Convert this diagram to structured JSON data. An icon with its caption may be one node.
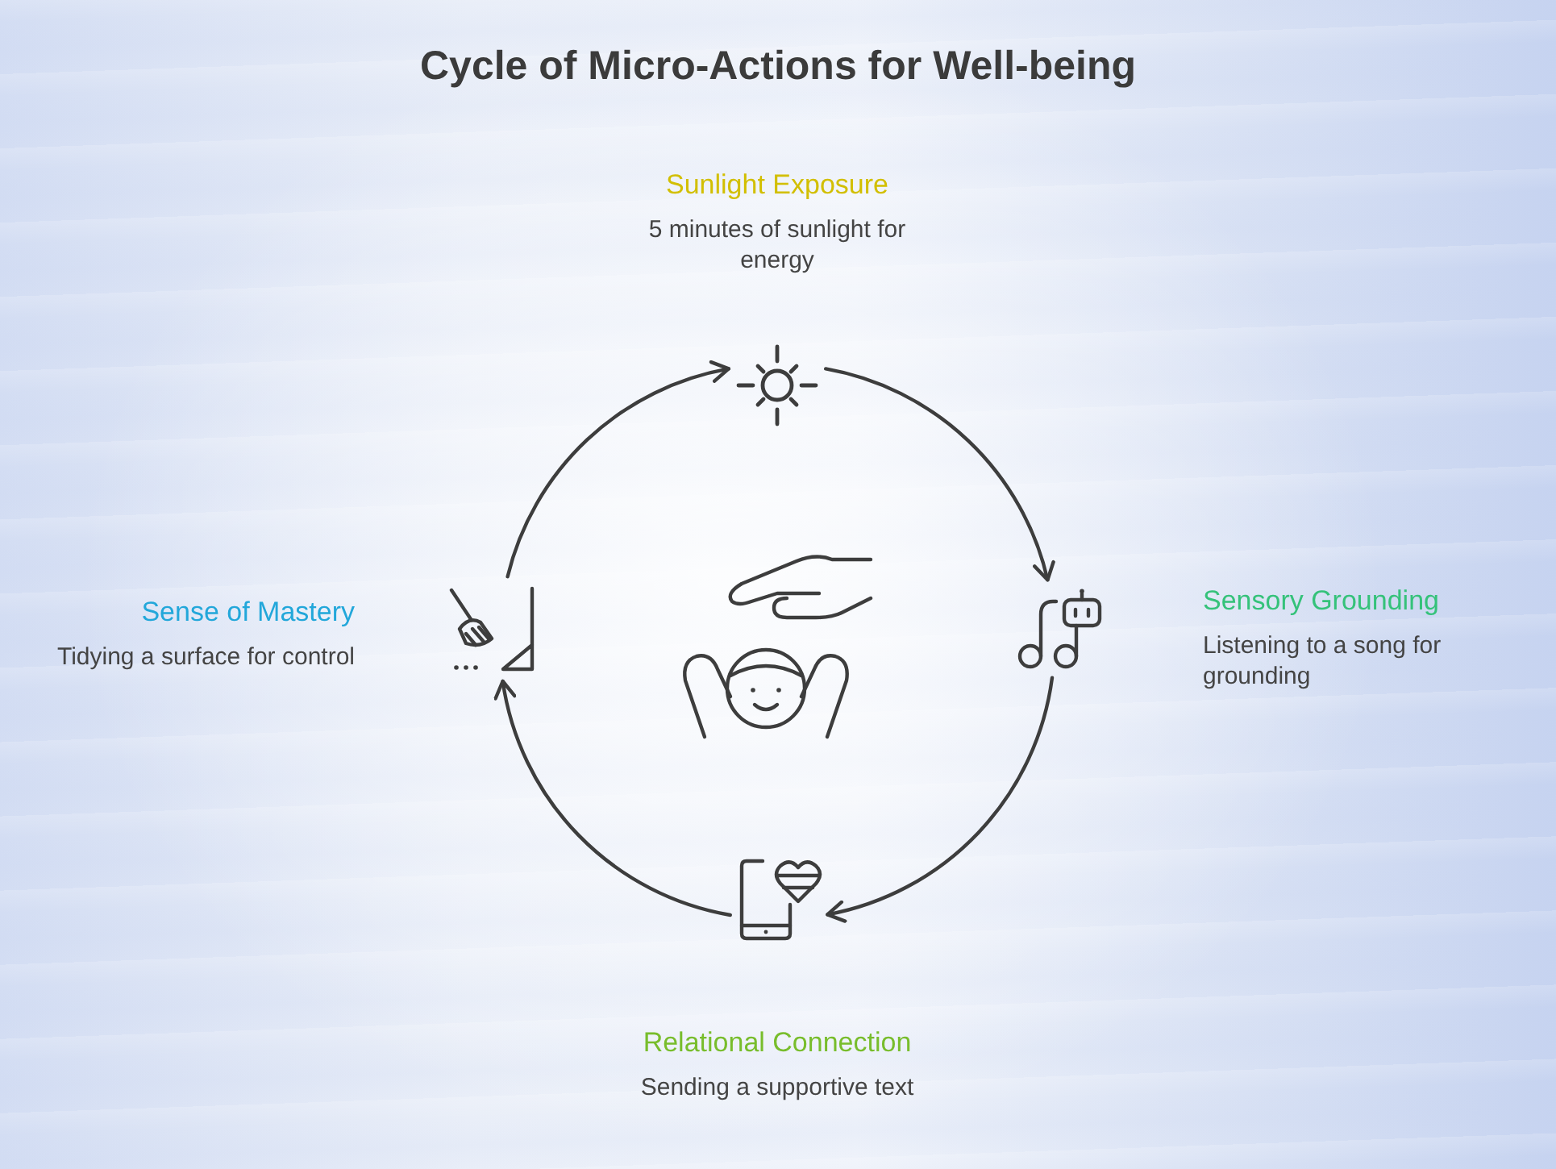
{
  "diagram": {
    "title": "Cycle of Micro-Actions for Well-being",
    "nodes": [
      {
        "text": [],
        "shape": "picture",
        "beside": [
          "Sunlight Exposure",
          "5 minutes of sunlight for energy"
        ]
      },
      {
        "text": [],
        "shape": "picture",
        "beside": [
          "Sensory Grounding",
          "Listening to a song for grounding"
        ]
      },
      {
        "text": [],
        "shape": "picture",
        "beside": [
          "Relational Connection",
          "Sending a supportive text"
        ]
      },
      {
        "text": [],
        "shape": "picture",
        "beside": [
          "Sense of Mastery",
          "Tidying a surface for control"
        ]
      },
      {
        "text": [],
        "shape": "picture"
      }
    ],
    "edges": [
      {
        "from": 0,
        "to": 1,
        "arrow": "to"
      },
      {
        "from": 1,
        "to": 2,
        "arrow": "to"
      },
      {
        "from": 2,
        "to": 3,
        "arrow": "to"
      },
      {
        "from": 3,
        "to": 0,
        "arrow": "to"
      }
    ]
  }
}
